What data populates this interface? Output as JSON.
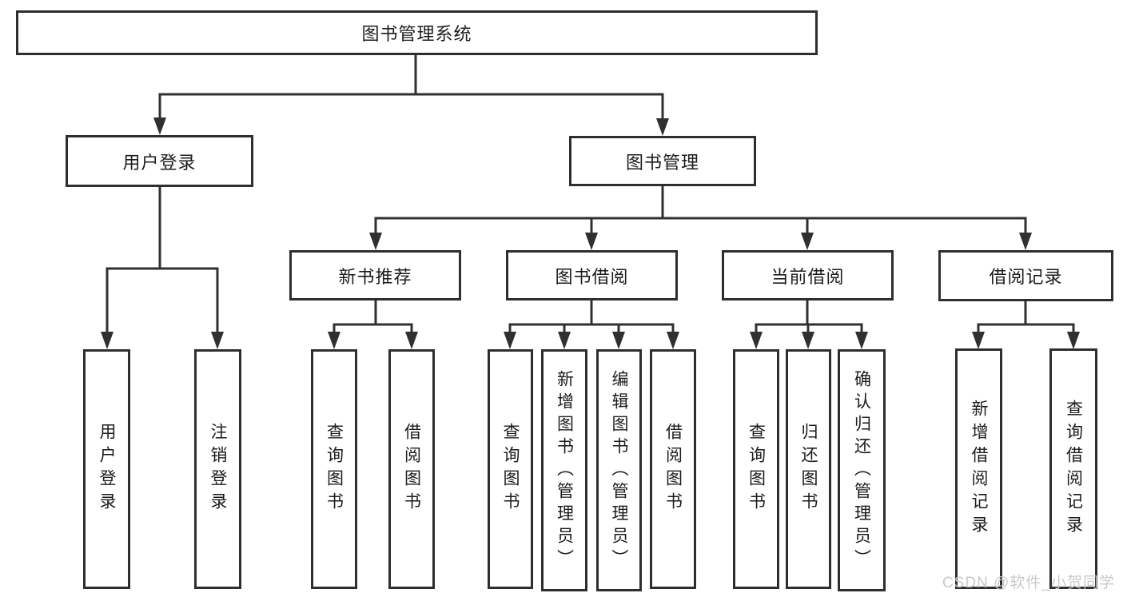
{
  "nodes": {
    "root": "图书管理系统",
    "user-login": "用户登录",
    "book-mgmt": "图书管理",
    "new-book-rec": "新书推荐",
    "book-borrow": "图书借阅",
    "current-borrow": "当前借阅",
    "borrow-records": "借阅记录",
    "leaf-user-login": "用户登录",
    "leaf-logout": "注销登录",
    "leaf-query-book-newrec": "查询图书",
    "leaf-borrow-book-newrec": "借阅图书",
    "leaf-query-book-borrow": "查询图书",
    "leaf-add-book-admin": "新增图书（管理员）",
    "leaf-edit-book-admin": "编辑图书（管理员）",
    "leaf-borrow-book-borrow": "借阅图书",
    "leaf-query-book-current": "查询图书",
    "leaf-return-book": "归还图书",
    "leaf-confirm-return-admin": "确认归还（管理员）",
    "leaf-add-borrow-record": "新增借阅记录",
    "leaf-query-borrow-record": "查询借阅记录"
  },
  "watermark": "CSDN @软件_小贺同学",
  "colors": {
    "line": "#303030",
    "border": "#2e2e2e",
    "text": "#1b1b1b",
    "watermark": "#c9c9c9"
  }
}
